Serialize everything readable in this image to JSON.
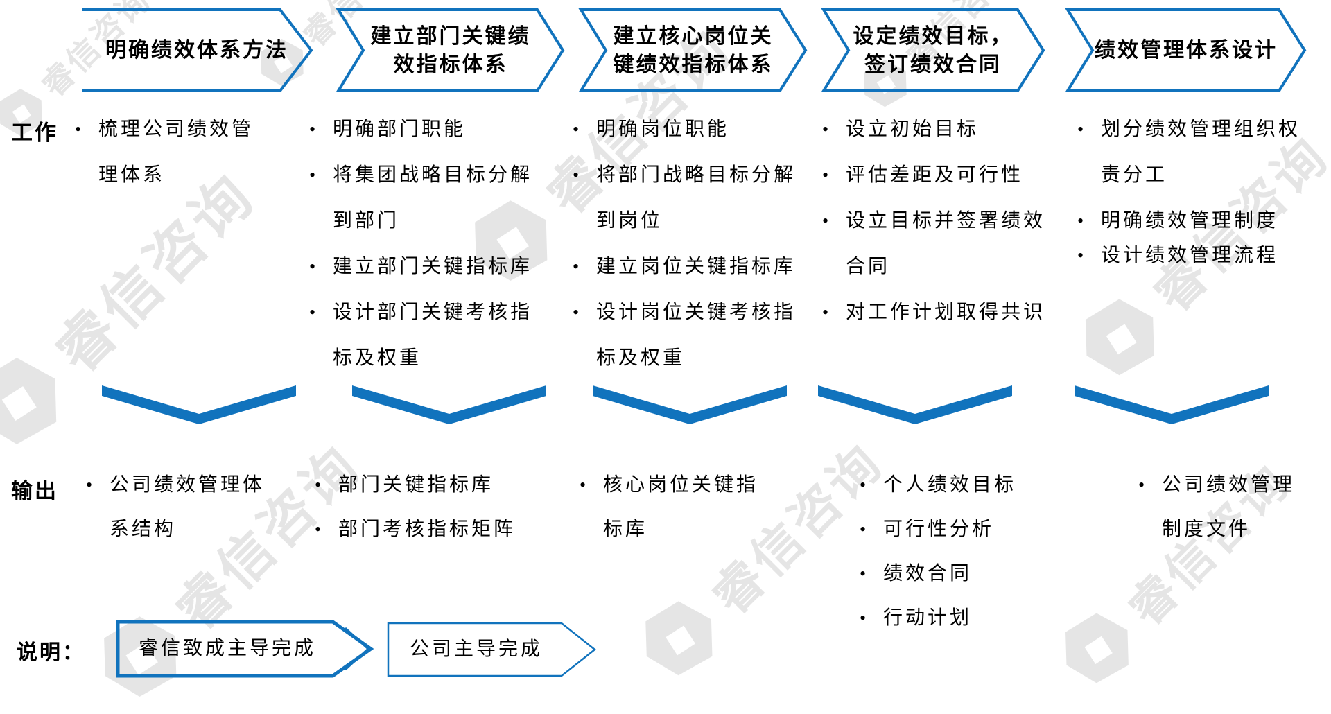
{
  "colors": {
    "accent": "#1173BD",
    "watermark_gray": "rgba(0,0,0,0.10)"
  },
  "watermark": {
    "text": "睿信咨询"
  },
  "row_labels": {
    "work": "工作",
    "output": "输出",
    "legend": "说明："
  },
  "columns": [
    {
      "header": "明确绩效体系方法",
      "work": [
        "梳理公司绩效管\n理体系"
      ],
      "output": [
        "公司绩效管理体\n系结构"
      ]
    },
    {
      "header": "建立部门关键绩\n效指标体系",
      "work": [
        "明确部门职能",
        "将集团战略目标分解\n到部门",
        "建立部门关键指标库",
        "设计部门关键考核指\n标及权重"
      ],
      "output": [
        "部门关键指标库",
        "部门考核指标矩阵"
      ]
    },
    {
      "header": "建立核心岗位关\n键绩效指标体系",
      "work": [
        "明确岗位职能",
        "将部门战略目标分解\n到岗位",
        "建立岗位关键指标库",
        "设计岗位关键考核指\n标及权重"
      ],
      "output": [
        "核心岗位关键指\n标库"
      ]
    },
    {
      "header": "设定绩效目标，\n签订绩效合同",
      "work": [
        "设立初始目标",
        "评估差距及可行性",
        "设立目标并签署绩效\n合同",
        "对工作计划取得共识"
      ],
      "output": [
        "个人绩效目标",
        "可行性分析",
        "绩效合同",
        "行动计划"
      ]
    },
    {
      "header": "绩效管理体系设计",
      "work": [
        "划分绩效管理组织权\n责分工",
        "明确绩效管理制度",
        "设计绩效管理流程"
      ],
      "output": [
        "公司绩效管理\n制度文件"
      ]
    }
  ],
  "legend": [
    {
      "label": "睿信致成主导完成",
      "style": "consultant-led-thick-border"
    },
    {
      "label": "公司主导完成",
      "style": "company-led-thin-border"
    }
  ]
}
